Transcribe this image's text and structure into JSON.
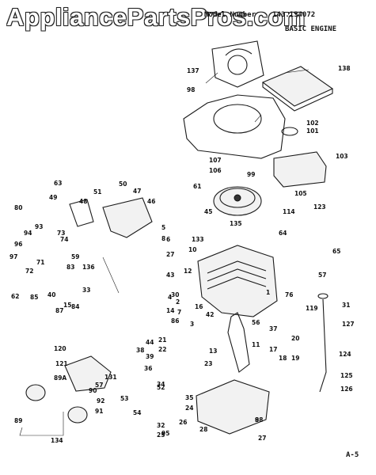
{
  "header": {
    "watermark": "AppliancePartsPros.com",
    "model_label": "Model Number",
    "model_number": "143.154072",
    "section_title": "BASIC ENGINE"
  },
  "page_ref": "A-5",
  "callouts": [
    "137",
    "138",
    "98",
    "102",
    "101",
    "103",
    "107",
    "106",
    "99",
    "61",
    "105",
    "123",
    "63",
    "51",
    "50",
    "47",
    "49",
    "48",
    "80",
    "46",
    "45",
    "114",
    "135",
    "93",
    "73",
    "74",
    "94",
    "96",
    "97",
    "71",
    "72",
    "62",
    "85",
    "40",
    "5",
    "8",
    "10",
    "59",
    "33",
    "87",
    "136",
    "83",
    "64",
    "65",
    "57",
    "31",
    "30",
    "2",
    "76",
    "119",
    "127",
    "7",
    "42",
    "3",
    "56",
    "37",
    "124",
    "1",
    "11",
    "13",
    "21",
    "22",
    "120",
    "39",
    "36",
    "38",
    "121",
    "23",
    "17",
    "18",
    "19",
    "20",
    "125",
    "126",
    "131",
    "89A",
    "90",
    "92",
    "91",
    "89",
    "134",
    "57",
    "52",
    "53",
    "54",
    "34",
    "35",
    "24",
    "32",
    "25",
    "26",
    "28",
    "27",
    "9",
    "133",
    "43",
    "12",
    "16",
    "4",
    "6",
    "27",
    "88",
    "84",
    "15",
    "14",
    "86",
    "95",
    "44"
  ]
}
